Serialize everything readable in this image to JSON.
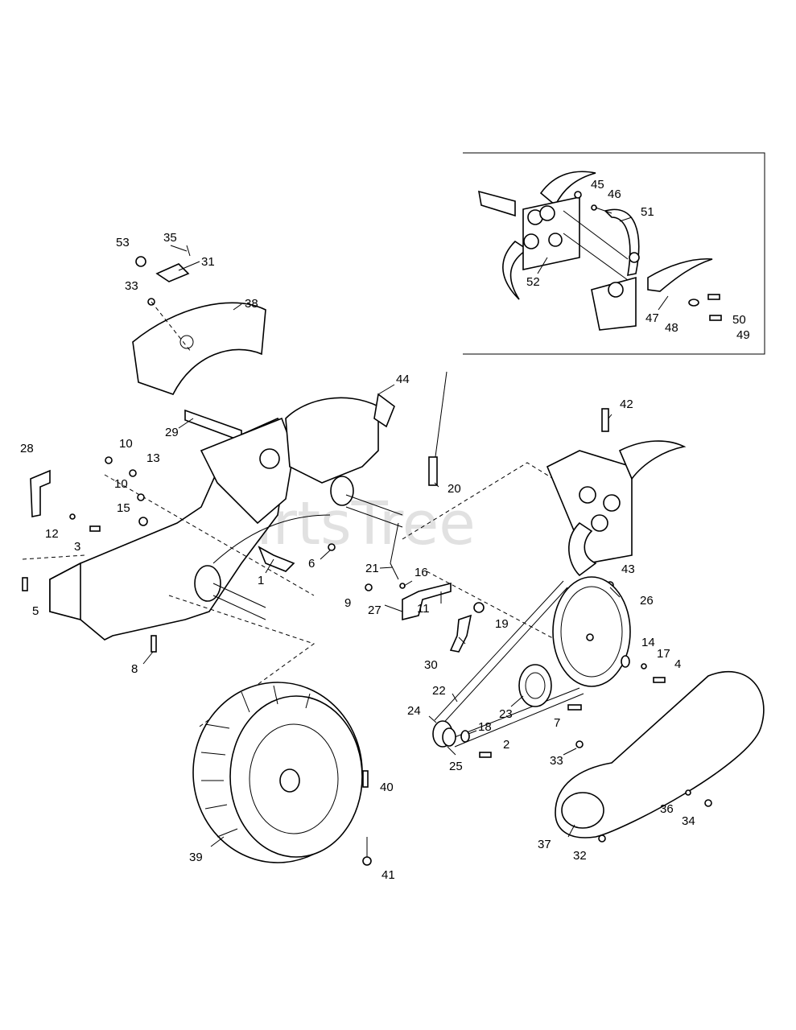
{
  "watermark": "PartsTree",
  "callouts": [
    {
      "id": "c53",
      "text": "53"
    },
    {
      "id": "c35",
      "text": "35"
    },
    {
      "id": "c31",
      "text": "31"
    },
    {
      "id": "c33a",
      "text": "33"
    },
    {
      "id": "c38",
      "text": "38"
    },
    {
      "id": "c29",
      "text": "29"
    },
    {
      "id": "c44",
      "text": "44"
    },
    {
      "id": "c28",
      "text": "28"
    },
    {
      "id": "c10a",
      "text": "10"
    },
    {
      "id": "c13",
      "text": "13"
    },
    {
      "id": "c10b",
      "text": "10"
    },
    {
      "id": "c15",
      "text": "15"
    },
    {
      "id": "c12",
      "text": "12"
    },
    {
      "id": "c3",
      "text": "3"
    },
    {
      "id": "c5",
      "text": "5"
    },
    {
      "id": "c1",
      "text": "1"
    },
    {
      "id": "c6",
      "text": "6"
    },
    {
      "id": "c8",
      "text": "8"
    },
    {
      "id": "c20",
      "text": "20"
    },
    {
      "id": "c21",
      "text": "21"
    },
    {
      "id": "c16",
      "text": "16"
    },
    {
      "id": "c9",
      "text": "9"
    },
    {
      "id": "c27",
      "text": "27"
    },
    {
      "id": "c11",
      "text": "11"
    },
    {
      "id": "c19",
      "text": "19"
    },
    {
      "id": "c30",
      "text": "30"
    },
    {
      "id": "c42",
      "text": "42"
    },
    {
      "id": "c43",
      "text": "43"
    },
    {
      "id": "c26",
      "text": "26"
    },
    {
      "id": "c14",
      "text": "14"
    },
    {
      "id": "c17",
      "text": "17"
    },
    {
      "id": "c4",
      "text": "4"
    },
    {
      "id": "c22",
      "text": "22"
    },
    {
      "id": "c23",
      "text": "23"
    },
    {
      "id": "c7",
      "text": "7"
    },
    {
      "id": "c24",
      "text": "24"
    },
    {
      "id": "c18",
      "text": "18"
    },
    {
      "id": "c2",
      "text": "2"
    },
    {
      "id": "c25",
      "text": "25"
    },
    {
      "id": "c33b",
      "text": "33"
    },
    {
      "id": "c36",
      "text": "36"
    },
    {
      "id": "c34",
      "text": "34"
    },
    {
      "id": "c37",
      "text": "37"
    },
    {
      "id": "c32",
      "text": "32"
    },
    {
      "id": "c39",
      "text": "39"
    },
    {
      "id": "c40",
      "text": "40"
    },
    {
      "id": "c41",
      "text": "41"
    },
    {
      "id": "c45",
      "text": "45"
    },
    {
      "id": "c46",
      "text": "46"
    },
    {
      "id": "c51",
      "text": "51"
    },
    {
      "id": "c52",
      "text": "52"
    },
    {
      "id": "c47",
      "text": "47"
    },
    {
      "id": "c48",
      "text": "48"
    },
    {
      "id": "c50",
      "text": "50"
    },
    {
      "id": "c49",
      "text": "49"
    }
  ]
}
